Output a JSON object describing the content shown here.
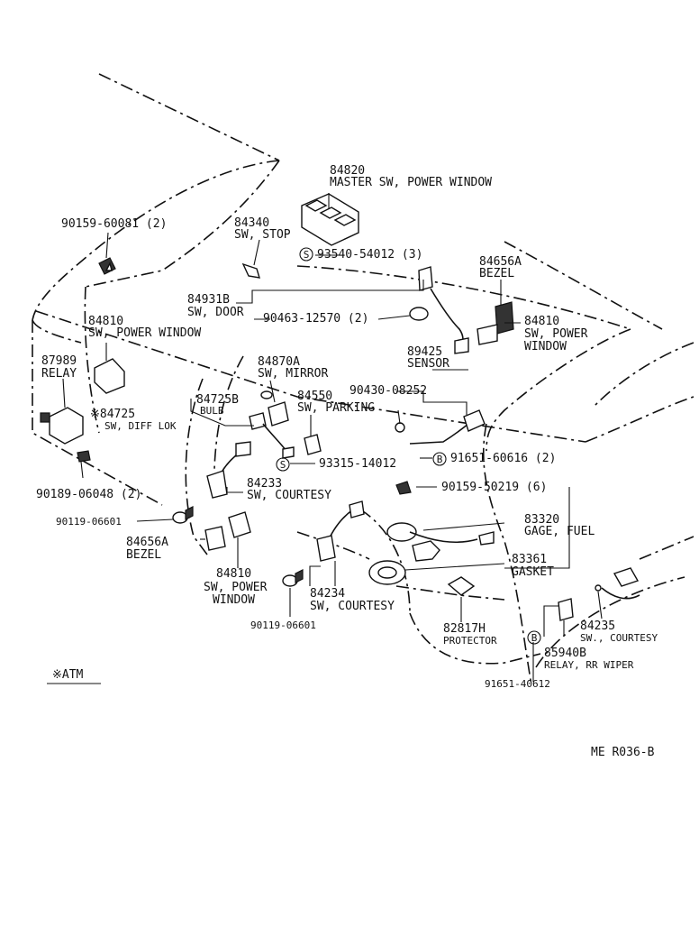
{
  "diagram": {
    "drawing_code": "ME R036-B",
    "legend": "※ATM",
    "parts": [
      {
        "id": "master_sw",
        "number": "84820",
        "name": "MASTER SW, POWER WINDOW"
      },
      {
        "id": "stop_sw",
        "number": "84340",
        "name": "SW, STOP"
      },
      {
        "id": "screw_93540",
        "number": "93540-54012 (3)",
        "name": ""
      },
      {
        "id": "bolt_90159_60081",
        "number": "90159-60081 (2)",
        "name": ""
      },
      {
        "id": "bezel_right",
        "number": "84656A",
        "name": "BEZEL"
      },
      {
        "id": "door_sw",
        "number": "84931B",
        "name": "SW, DOOR"
      },
      {
        "id": "clip_90463",
        "number": "90463-12570 (2)",
        "name": ""
      },
      {
        "id": "pw_sw_left",
        "number": "84810",
        "name": "SW, POWER WINDOW"
      },
      {
        "id": "pw_sw_right",
        "number": "84810",
        "name": "SW, POWER"
      },
      {
        "id": "pw_sw_right_2",
        "number": "",
        "name": "WINDOW"
      },
      {
        "id": "sensor",
        "number": "89425",
        "name": "SENSOR"
      },
      {
        "id": "relay_87989",
        "number": "87989",
        "name": "RELAY"
      },
      {
        "id": "mirror_sw",
        "number": "84870A",
        "name": "SW, MIRROR"
      },
      {
        "id": "bulb",
        "number": "84725B",
        "name": "BULB"
      },
      {
        "id": "diff_lok",
        "number": "※84725",
        "name": "SW, DIFF LOK"
      },
      {
        "id": "parking_sw",
        "number": "84550",
        "name": "SW, PARKING"
      },
      {
        "id": "clamp_90430",
        "number": "90430-08252",
        "name": ""
      },
      {
        "id": "screw_93315",
        "number": "93315-14012",
        "name": ""
      },
      {
        "id": "bolt_91651_60616",
        "number": "91651-60616 (2)",
        "name": ""
      },
      {
        "id": "bolt_90189",
        "number": "90189-06048 (2)",
        "name": ""
      },
      {
        "id": "courtesy_84233",
        "number": "84233",
        "name": "SW, COURTESY"
      },
      {
        "id": "screw_90159_50219",
        "number": "90159-50219 (6)",
        "name": ""
      },
      {
        "id": "screw_90119_a",
        "number": "90119-06601",
        "name": ""
      },
      {
        "id": "fuel_gage",
        "number": "83320",
        "name": "GAGE, FUEL"
      },
      {
        "id": "bezel_left",
        "number": "84656A",
        "name": "BEZEL"
      },
      {
        "id": "gasket",
        "number": "83361",
        "name": "GASKET"
      },
      {
        "id": "pw_sw_bottom",
        "number": "84810",
        "name": "SW, POWER"
      },
      {
        "id": "pw_sw_bottom_2",
        "number": "",
        "name": "WINDOW"
      },
      {
        "id": "courtesy_84234",
        "number": "84234",
        "name": "SW, COURTESY"
      },
      {
        "id": "protector",
        "number": "82817H",
        "name": "PROTECTOR"
      },
      {
        "id": "courtesy_84235",
        "number": "84235",
        "name": "SW., COURTESY"
      },
      {
        "id": "relay_rr_wiper",
        "number": "85940B",
        "name": "RELAY, RR WIPER"
      },
      {
        "id": "screw_90119_b",
        "number": "90119-06601",
        "name": ""
      },
      {
        "id": "bolt_91651_40612",
        "number": "91651-40612",
        "name": ""
      }
    ],
    "markers": {
      "s": "S",
      "b": "B"
    }
  }
}
